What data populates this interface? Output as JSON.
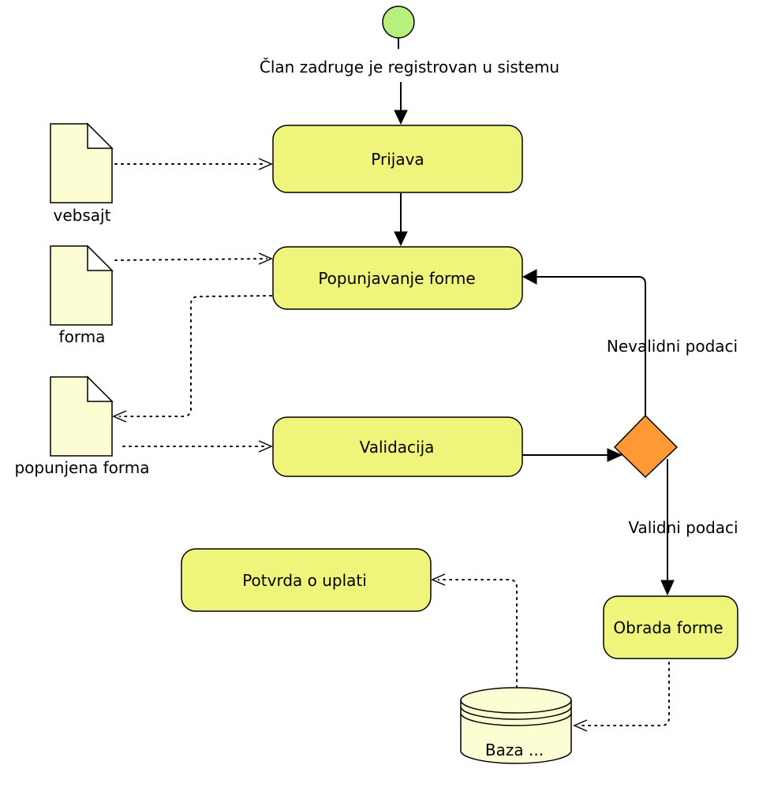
{
  "start": {
    "label": "Član zadruge je registrovan u sistemu",
    "color": "#b8f07e"
  },
  "activities": {
    "prijava": "Prijava",
    "popunjavanje": "Popunjavanje forme",
    "validacija": "Validacija",
    "potvrda": "Potvrda o uplati",
    "obrada": "Obrada forme"
  },
  "artifacts": {
    "vebsajt": "vebsajt",
    "forma": "forma",
    "popunjena_forma": "popunjena forma"
  },
  "decision": {
    "color": "#ff9933",
    "invalid_label": "Nevalidni podaci",
    "valid_label": "Validni podaci"
  },
  "database": {
    "label": "Baza ..."
  },
  "colors": {
    "activity_fill": "#eef57a",
    "artifact_fill": "#fdfdd4"
  }
}
